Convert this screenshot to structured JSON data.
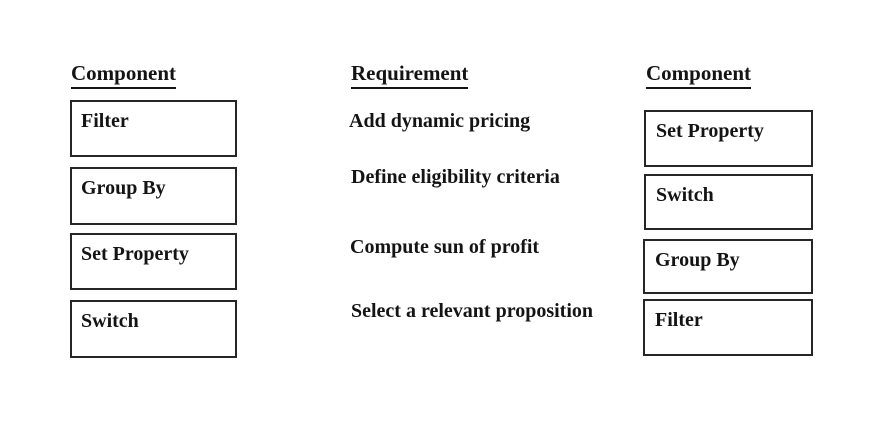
{
  "colors": {
    "background": "#ffffff",
    "text": "#141414",
    "box_border": "#262626"
  },
  "left_column": {
    "header": "Component",
    "items": [
      "Filter",
      "Group By",
      "Set Property",
      "Switch"
    ]
  },
  "middle_column": {
    "header": "Requirement",
    "items": [
      "Add dynamic pricing",
      "Define eligibility criteria",
      "Compute sun of profit",
      "Select a relevant proposition"
    ]
  },
  "right_column": {
    "header": "Component",
    "items": [
      "Set Property",
      "Switch",
      "Group By",
      "Filter"
    ]
  }
}
